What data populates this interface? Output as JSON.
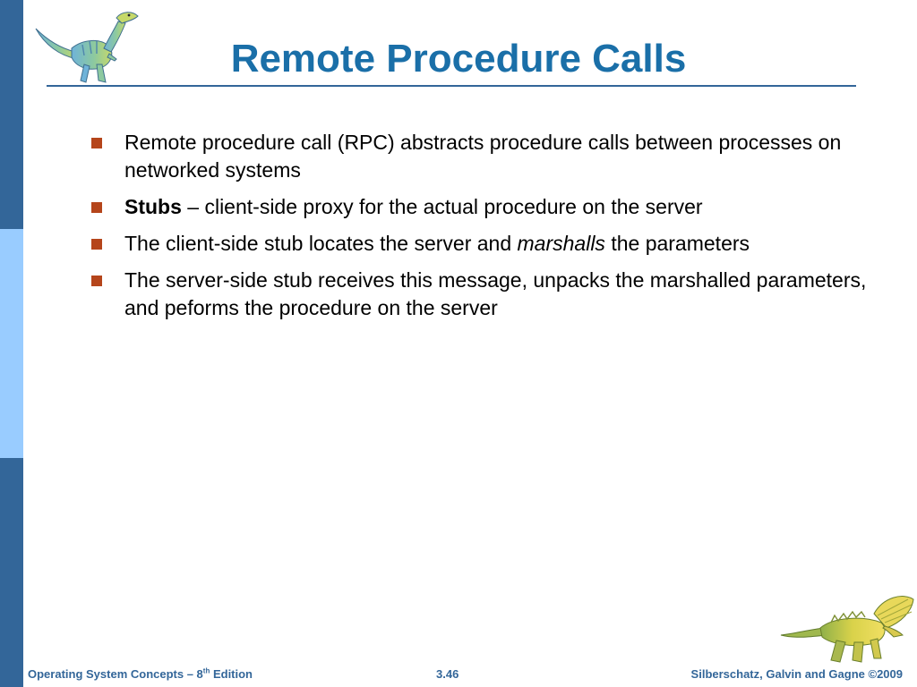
{
  "slide": {
    "title": "Remote Procedure Calls",
    "bullets": [
      {
        "text": "Remote procedure call (RPC) abstracts procedure calls between processes on networked systems"
      },
      {
        "bold": "Stubs",
        "text": " – client-side proxy for the actual procedure on the server"
      },
      {
        "text_before": "The client-side stub locates the server and ",
        "italic": "marshalls",
        "text_after": " the parameters"
      },
      {
        "text": "The server-side stub receives this message, unpacks the marshalled parameters, and peforms the procedure on the server"
      }
    ]
  },
  "footer": {
    "left_text": "Operating System Concepts – 8",
    "left_sup": "th",
    "left_suffix": " Edition",
    "page_number": "3.46",
    "right_text": "Silberschatz, Galvin and Gagne ©2009"
  },
  "colors": {
    "title": "#1a6fa8",
    "sidebar_dark": "#336699",
    "sidebar_light": "#99ccff",
    "bullet_marker": "#b5451b",
    "footer_text": "#336699"
  },
  "icons": {
    "top_left": "dinosaur-icon",
    "bottom_right": "dinosaur-icon"
  }
}
